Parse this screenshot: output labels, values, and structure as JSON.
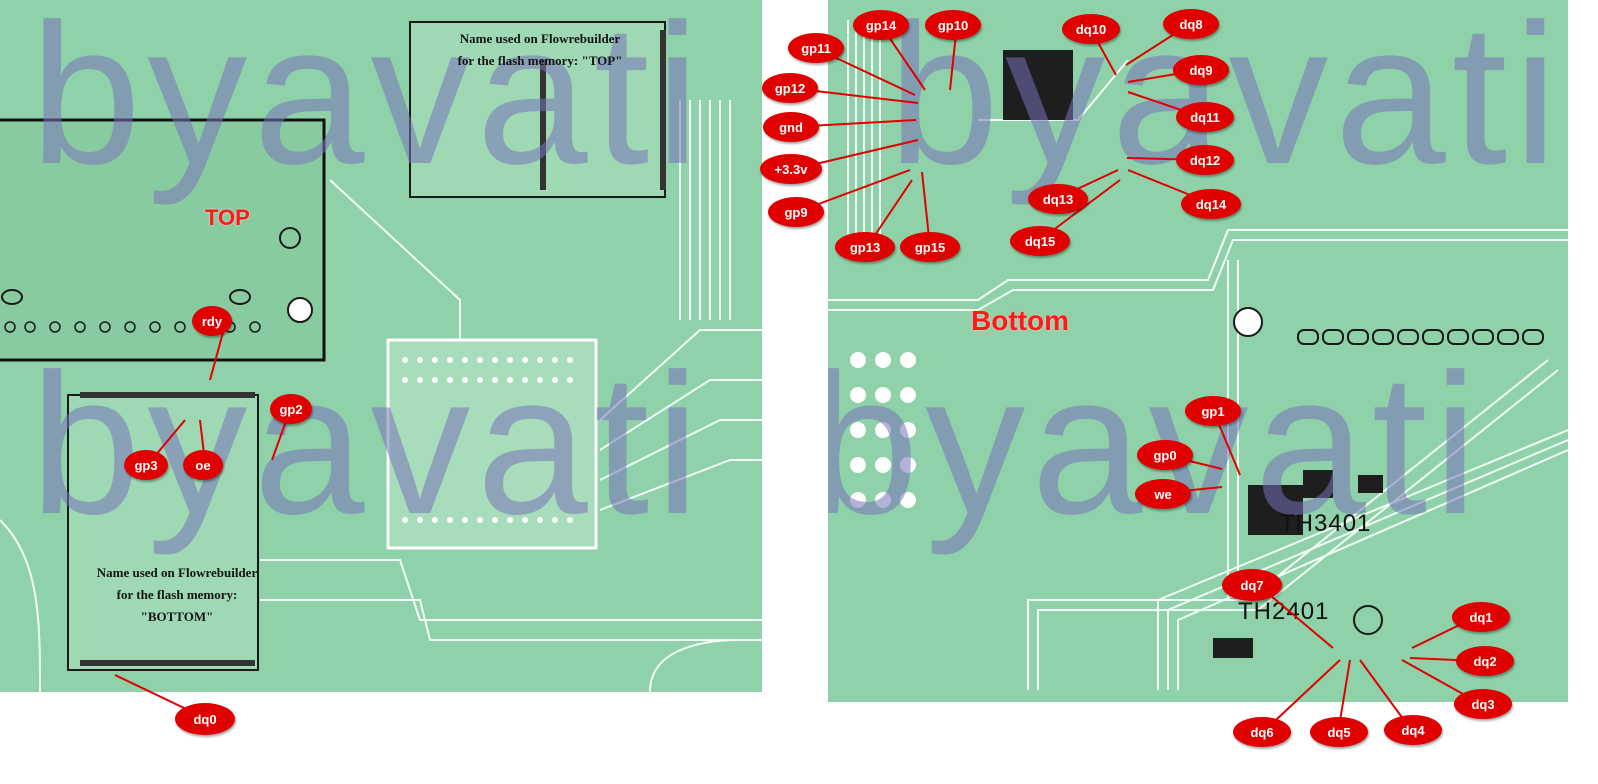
{
  "watermark": "byavati",
  "boards": {
    "top": {
      "side_label": "TOP",
      "note_top": [
        "Name used on Flowrebuilder",
        "for the flash memory: \"TOP\""
      ],
      "note_bottom": [
        "Name used on Flowrebuilder",
        "for the flash memory:",
        "\"BOTTOM\""
      ],
      "pins": [
        "rdy",
        "gp2",
        "gp3",
        "oe",
        "dq0"
      ]
    },
    "bottom": {
      "side_label": "Bottom",
      "chip_labels": [
        "TH3401",
        "TH2401"
      ],
      "pins": [
        "gp14",
        "gp10",
        "gp11",
        "gp12",
        "gnd",
        "+3.3v",
        "gp9",
        "gp13",
        "gp15",
        "dq10",
        "dq8",
        "dq9",
        "dq11",
        "dq12",
        "dq13",
        "dq14",
        "dq15",
        "gp1",
        "gp0",
        "we",
        "dq7",
        "dq1",
        "dq2",
        "dq3",
        "dq4",
        "dq5",
        "dq6"
      ]
    }
  },
  "colors": {
    "board": "#8fd1a8",
    "trace": "#f2fff6",
    "badge": "#e00000",
    "label": "#ff1a1a"
  }
}
